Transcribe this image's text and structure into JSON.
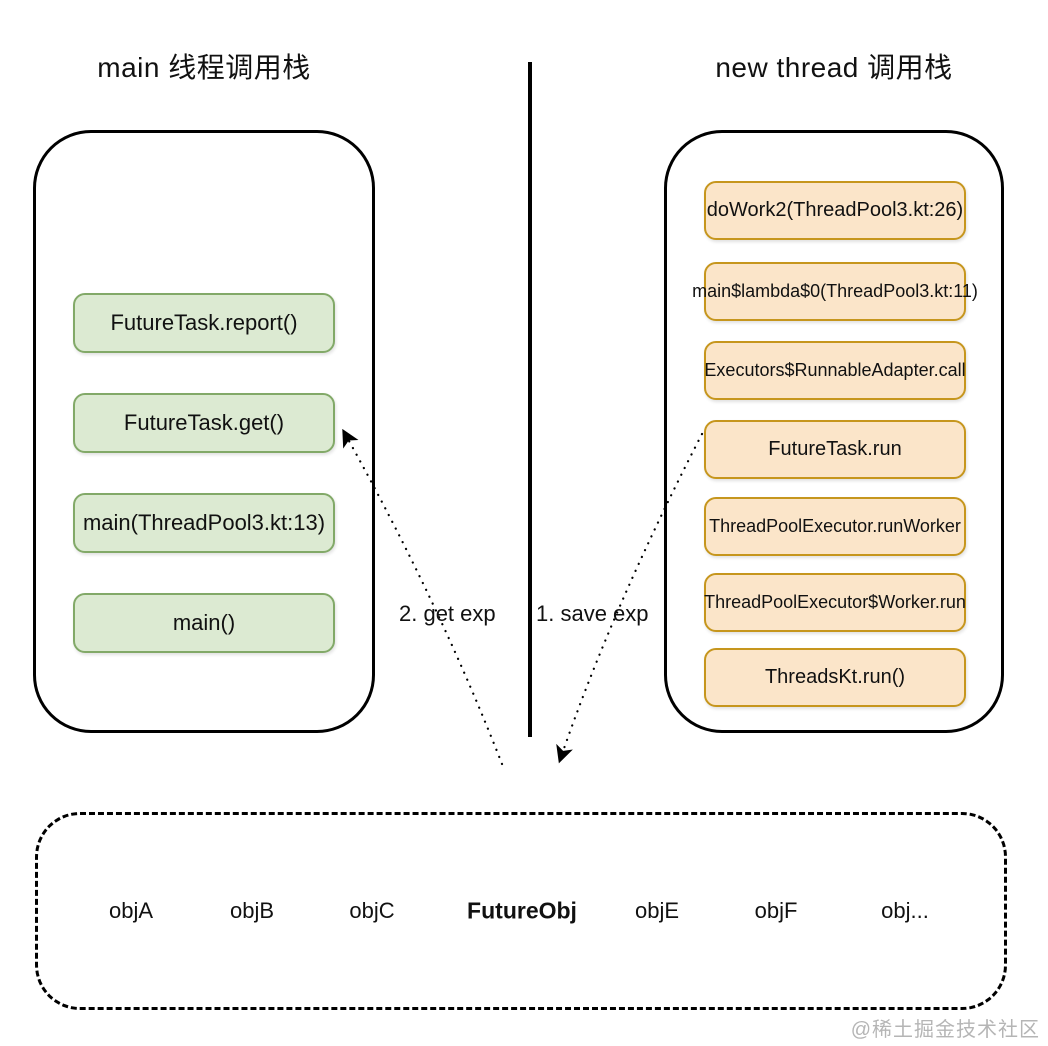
{
  "left_stack": {
    "title": "main 线程调用栈",
    "frames": [
      {
        "label": "FutureTask.report()"
      },
      {
        "label": "FutureTask.get()"
      },
      {
        "label": "main(ThreadPool3.kt:13)"
      },
      {
        "label": "main()"
      }
    ]
  },
  "right_stack": {
    "title": "new thread 调用栈",
    "frames": [
      {
        "label": "doWork2(ThreadPool3.kt:26)"
      },
      {
        "label": "main$lambda$0(ThreadPool3.kt:11)"
      },
      {
        "label": "Executors$RunnableAdapter.call"
      },
      {
        "label": "FutureTask.run"
      },
      {
        "label": "ThreadPoolExecutor.runWorker"
      },
      {
        "label": "ThreadPoolExecutor$Worker.run"
      },
      {
        "label": "ThreadsKt.run()"
      }
    ]
  },
  "arrows": {
    "save_exp": "1. save exp",
    "get_exp": "2. get exp"
  },
  "heap": {
    "objects": [
      "objA",
      "objB",
      "objC",
      "FutureObj",
      "objE",
      "objF",
      "obj..."
    ],
    "highlighted_object": "FutureObj"
  },
  "watermark": "@稀土掘金技术社区",
  "colors": {
    "left_frame_fill": "#dcead2",
    "left_frame_border": "#82a968",
    "right_frame_fill": "#fbe5c9",
    "right_frame_border": "#c6961d",
    "outline": "#000000",
    "watermark": "#b5b5b5"
  }
}
